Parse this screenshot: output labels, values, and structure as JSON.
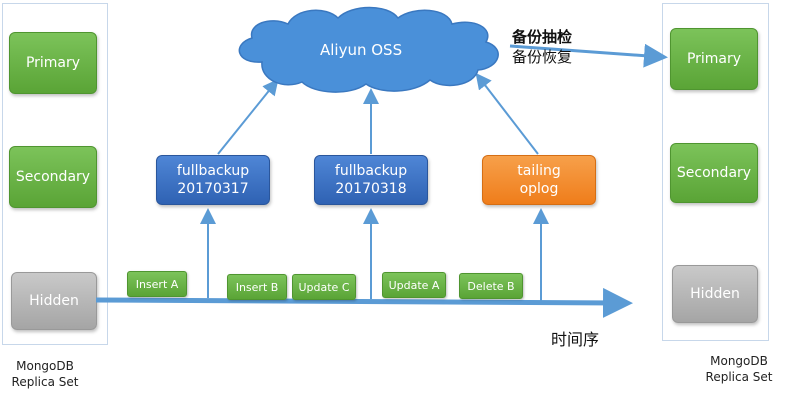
{
  "left_set": {
    "primary": "Primary",
    "secondary": "Secondary",
    "hidden": "Hidden",
    "caption_line1": "MongoDB",
    "caption_line2": "Replica Set"
  },
  "right_set": {
    "primary": "Primary",
    "secondary": "Secondary",
    "hidden": "Hidden",
    "caption_line1": "MongoDB",
    "caption_line2": "Replica Set"
  },
  "cloud": {
    "label": "Aliyun OSS"
  },
  "backups": [
    {
      "line1": "fullbackup",
      "line2": "20170317"
    },
    {
      "line1": "fullbackup",
      "line2": "20170318"
    }
  ],
  "tailing": {
    "line1": "tailing",
    "line2": "oplog"
  },
  "operations": [
    "Insert A",
    "Insert B",
    "Update C",
    "Update A",
    "Delete B"
  ],
  "timeline": {
    "label": "时间序"
  },
  "restore": {
    "line1": "备份抽检",
    "line2": "备份恢复"
  },
  "colors": {
    "green": "#5aa436",
    "gray": "#a5a5a5",
    "blue": "#2f62b3",
    "orange": "#ef7d1b",
    "arrow": "#5b9bd5",
    "cloud": "#4a90d9"
  }
}
